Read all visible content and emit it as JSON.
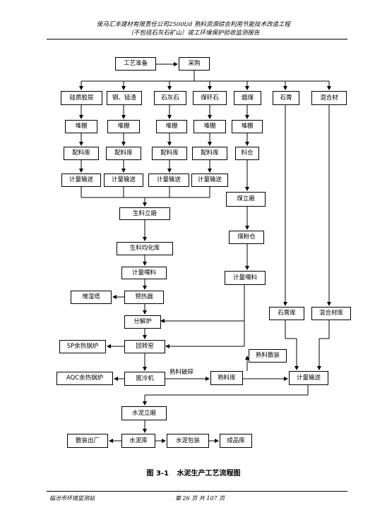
{
  "header": {
    "line1": "侯马汇丰建材有限责任公司2500t/d 熟料资源综合利用节能技术改造工程",
    "line2": "（不包括石灰石矿山）竣工环境保护验收监测报告"
  },
  "nodes": {
    "gongyi": "工艺准备",
    "caigou": "采购",
    "guiqu": "硅质胶层",
    "tiekuang": "钢、锰渣",
    "shihuishi": "石灰石",
    "meiganshi": "煤矸石",
    "yanmei": "烟煤",
    "shigao": "石膏",
    "hunhecai": "混合材",
    "dp1": "堆棚",
    "dp2": "堆棚",
    "dp3": "堆棚",
    "dp4": "堆棚",
    "dp5": "堆棚",
    "plk1": "配料库",
    "plk2": "配料库",
    "plk3": "配料库",
    "plk4": "配料库",
    "liaocang": "料仓",
    "jl1": "计量输送",
    "jl2": "计量输送",
    "jl3": "计量输送",
    "jl4": "计量输送",
    "meilimo": "煤立磨",
    "shenglimo": "生料立磨",
    "meifencang": "煤粉仓",
    "junhuaku": "生料均化库",
    "weiliao1": "计量喂料",
    "weiliao2": "计量喂料",
    "zengshita": "增湿塔",
    "yureqi": "预热器",
    "shigaoku": "石膏库",
    "hunhecaiku": "混合材库",
    "fenjielu": "分解炉",
    "spguolu": "SP余热锅炉",
    "huizhuanyao": "回转窑",
    "shuliaosanzhuang": "熟料散装",
    "aqcguolu": "AQC余热锅炉",
    "lengqueji": "篦冷机",
    "shuliaoku": "熟料库",
    "jl5": "计量输送",
    "shuinilimo": "水泥立磨",
    "sanzhuang": "散装出厂",
    "shuiniku": "水泥库",
    "baozhuang": "水泥包装",
    "chengpinku": "成品库"
  },
  "edge_labels": {
    "posui": "熟料破碎"
  },
  "caption": {
    "number": "图 3-1",
    "title": "水泥生产工艺流程图"
  },
  "footer": {
    "left": "临汾市环境监测站",
    "page": "第 26 页 共 107 页"
  }
}
